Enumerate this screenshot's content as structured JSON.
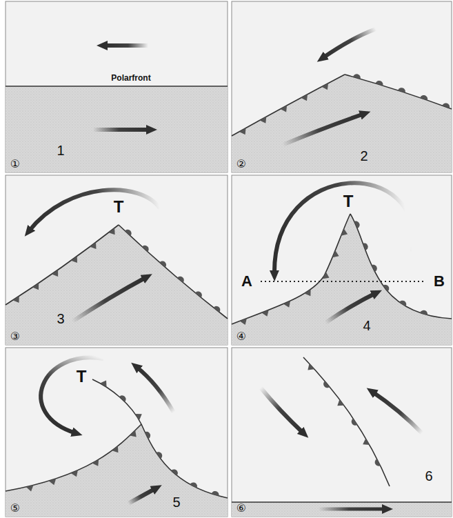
{
  "diagram": {
    "labels": [
      "Polarfront",
      "①",
      "1",
      "②",
      "2",
      "T",
      "③",
      "3",
      "T",
      "A",
      "B",
      "④",
      "4",
      "T",
      "⑤",
      "5",
      "⑥",
      "6"
    ]
  }
}
